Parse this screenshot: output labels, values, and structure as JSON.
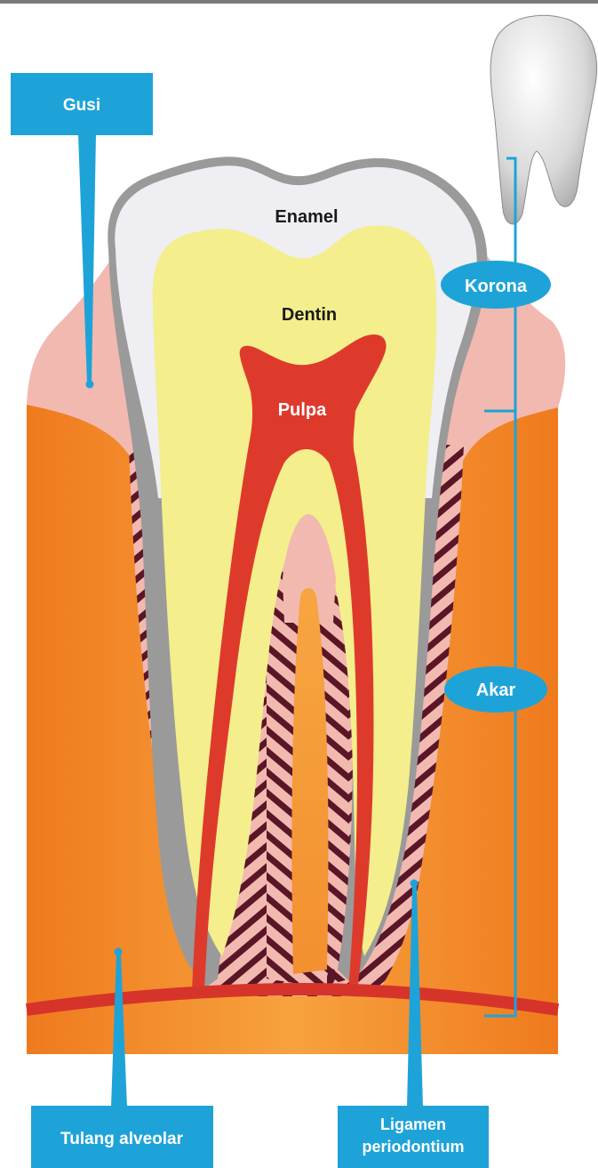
{
  "labels": {
    "gusi": "Gusi",
    "enamel": "Enamel",
    "dentin": "Dentin",
    "pulpa": "Pulpa",
    "korona": "Korona",
    "akar": "Akar",
    "tulang_alveolar": "Tulang alveolar",
    "ligamen_line1": "Ligamen",
    "ligamen_line2": "periodontium"
  },
  "colors": {
    "label_blue": "#1ea3d8",
    "bone_orange": "#f08a2a",
    "gum_pink": "#f2b9b0",
    "enamel_white": "#eeeef3",
    "dentin_yellow": "#f4ee8c",
    "pulp_red": "#de3a2c",
    "ligament_stripe": "#5a1526"
  }
}
